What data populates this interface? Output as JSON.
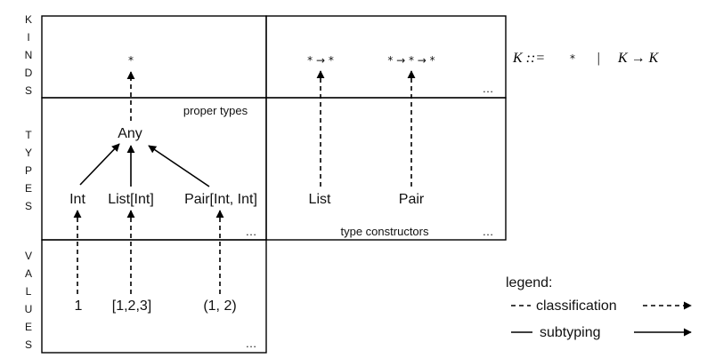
{
  "side_labels": {
    "kinds": [
      "K",
      "I",
      "N",
      "D",
      "S"
    ],
    "types": [
      "T",
      "Y",
      "P",
      "E",
      "S"
    ],
    "values": [
      "V",
      "A",
      "L",
      "U",
      "E",
      "S"
    ]
  },
  "kinds": {
    "proper": "*",
    "unary": "* → *",
    "binary": "* → * → *",
    "ellipsis": "…",
    "grammar": {
      "lhs": "K ::=",
      "star": "*",
      "bar": "|",
      "rhs": "K → K"
    }
  },
  "types": {
    "any": "Any",
    "int": "Int",
    "list_int": "List[Int]",
    "pair_int_int": "Pair[Int, Int]",
    "list": "List",
    "pair": "Pair",
    "proper_types_label": "proper types",
    "type_constructors_label": "type constructors",
    "ellipsis_left": "…",
    "ellipsis_right": "…"
  },
  "values": {
    "one": "1",
    "list_123": "[1,2,3]",
    "pair_12": "(1, 2)",
    "ellipsis": "…"
  },
  "legend": {
    "title": "legend:",
    "classification": "classification",
    "subtyping": "subtyping"
  }
}
